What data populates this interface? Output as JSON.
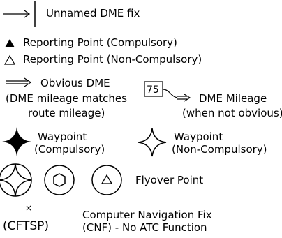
{
  "legend": {
    "unnamed_dme_fix": {
      "label": "Unnamed DME fix",
      "icon": "arrow-bar-icon"
    },
    "reporting_compulsory": {
      "label": "Reporting Point (Compulsory)",
      "icon": "filled-triangle-icon"
    },
    "reporting_non_compulsory": {
      "label": "Reporting Point (Non-Compulsory)",
      "icon": "open-triangle-icon"
    },
    "obvious_dme": {
      "line1": "Obvious DME",
      "line2": "(DME mileage matches",
      "line3": "route mileage)",
      "icon": "open-arrow-icon"
    },
    "dme_mileage": {
      "box_value": "75",
      "line1": "DME Mileage",
      "line2": "(when not obvious)",
      "icon": "boxed-mileage-arrow-icon"
    },
    "waypoint_compulsory": {
      "line1": "Waypoint",
      "line2": "(Compulsory)",
      "icon": "filled-star-icon"
    },
    "waypoint_non_compulsory": {
      "line1": "Waypoint",
      "line2": "(Non-Compulsory)",
      "icon": "open-star-icon"
    },
    "flyover_point": {
      "label": "Flyover Point"
    },
    "cnf": {
      "marker": "×",
      "code": "(CFTSP)",
      "line1": "Computer Navigation Fix",
      "line2": "(CNF) - No ATC Function"
    }
  },
  "colors": {
    "ink": "#000000",
    "background": "#ffffff"
  }
}
